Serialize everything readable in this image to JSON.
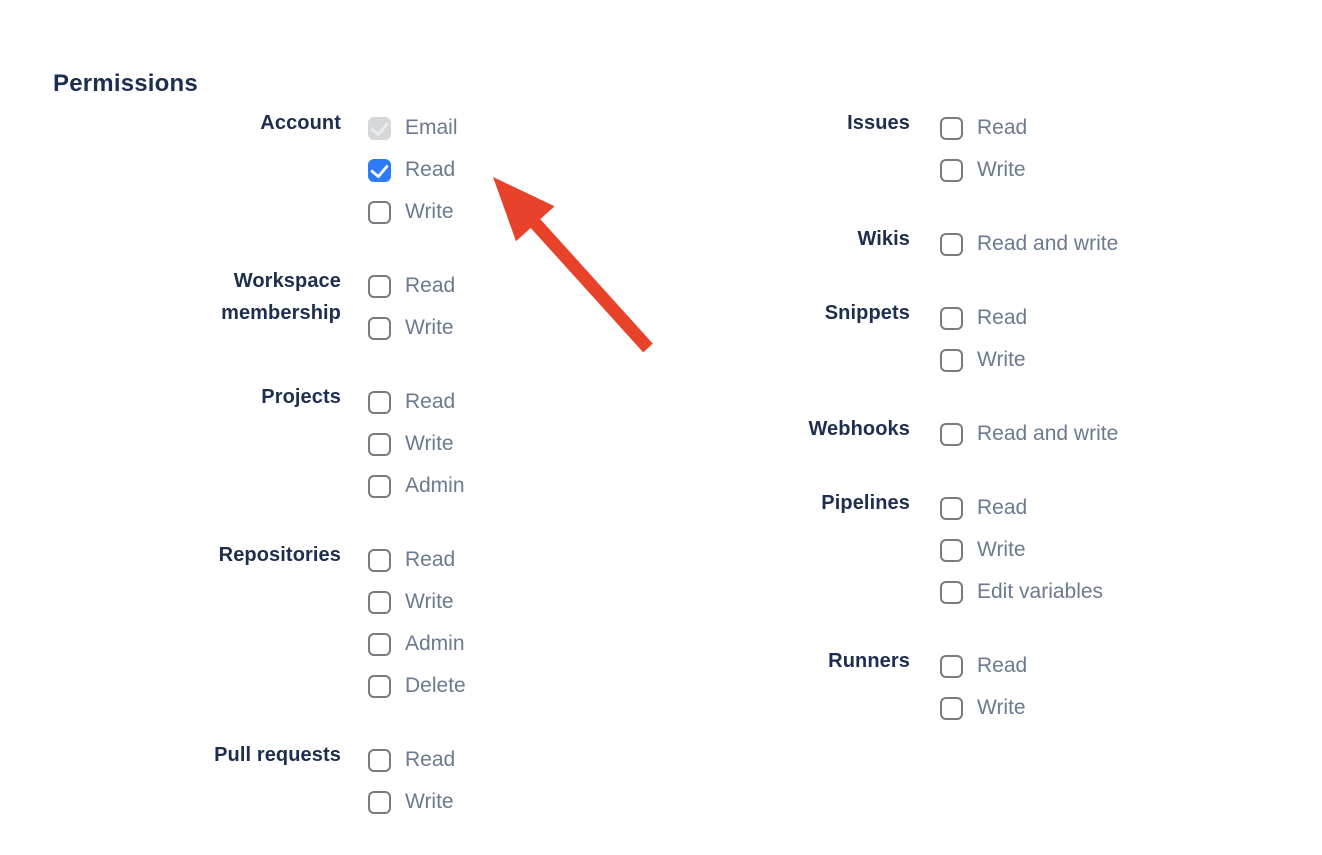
{
  "permissions": {
    "heading": "Permissions",
    "columns": [
      {
        "groups": [
          {
            "label": "Account",
            "options": [
              {
                "label": "Email",
                "state": "checked-disabled"
              },
              {
                "label": "Read",
                "state": "checked"
              },
              {
                "label": "Write",
                "state": "unchecked"
              }
            ]
          },
          {
            "label": "Workspace membership",
            "options": [
              {
                "label": "Read",
                "state": "unchecked"
              },
              {
                "label": "Write",
                "state": "unchecked"
              }
            ]
          },
          {
            "label": "Projects",
            "options": [
              {
                "label": "Read",
                "state": "unchecked"
              },
              {
                "label": "Write",
                "state": "unchecked"
              },
              {
                "label": "Admin",
                "state": "unchecked"
              }
            ]
          },
          {
            "label": "Repositories",
            "options": [
              {
                "label": "Read",
                "state": "unchecked"
              },
              {
                "label": "Write",
                "state": "unchecked"
              },
              {
                "label": "Admin",
                "state": "unchecked"
              },
              {
                "label": "Delete",
                "state": "unchecked"
              }
            ]
          },
          {
            "label": "Pull requests",
            "options": [
              {
                "label": "Read",
                "state": "unchecked"
              },
              {
                "label": "Write",
                "state": "unchecked"
              }
            ]
          }
        ]
      },
      {
        "groups": [
          {
            "label": "Issues",
            "options": [
              {
                "label": "Read",
                "state": "unchecked"
              },
              {
                "label": "Write",
                "state": "unchecked"
              }
            ]
          },
          {
            "label": "Wikis",
            "options": [
              {
                "label": "Read and write",
                "state": "unchecked"
              }
            ]
          },
          {
            "label": "Snippets",
            "options": [
              {
                "label": "Read",
                "state": "unchecked"
              },
              {
                "label": "Write",
                "state": "unchecked"
              }
            ]
          },
          {
            "label": "Webhooks",
            "options": [
              {
                "label": "Read and write",
                "state": "unchecked"
              }
            ]
          },
          {
            "label": "Pipelines",
            "options": [
              {
                "label": "Read",
                "state": "unchecked"
              },
              {
                "label": "Write",
                "state": "unchecked"
              },
              {
                "label": "Edit variables",
                "state": "unchecked"
              }
            ]
          },
          {
            "label": "Runners",
            "options": [
              {
                "label": "Read",
                "state": "unchecked"
              },
              {
                "label": "Write",
                "state": "unchecked"
              }
            ]
          }
        ]
      }
    ]
  },
  "annotation": {
    "arrow_color": "#e8432a",
    "points_at": "account-read-checkbox"
  }
}
